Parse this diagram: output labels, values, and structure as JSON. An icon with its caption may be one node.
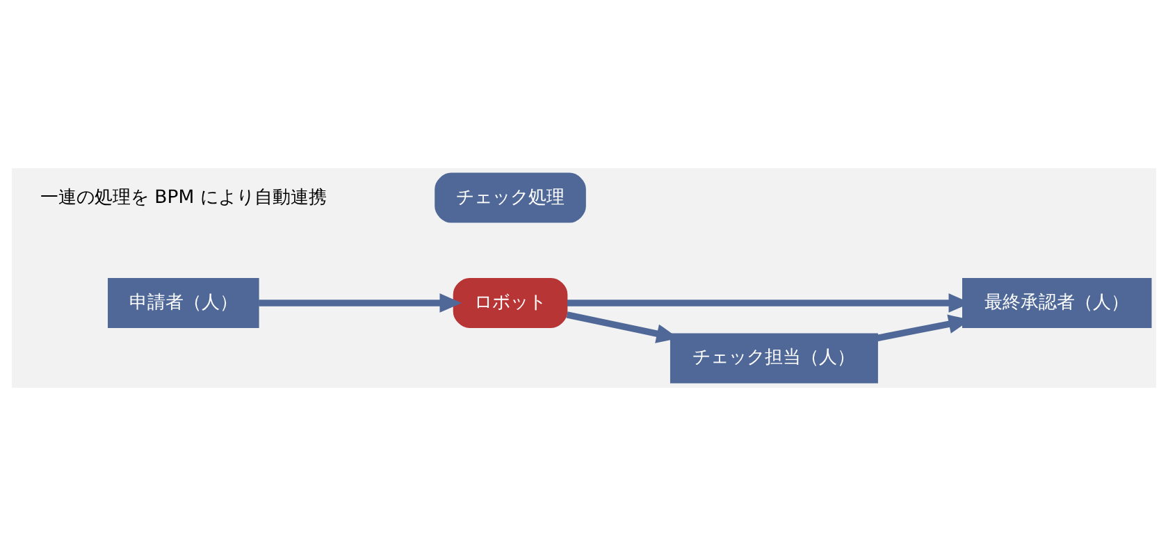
{
  "diagram": {
    "nodes": [
      {
        "text": [
          "チェック処理"
        ]
      },
      {
        "text": [
          "申請者（人）"
        ]
      },
      {
        "text": [
          "ロボット"
        ]
      },
      {
        "text": [
          "最終承認者（人）"
        ]
      },
      {
        "text": [
          "チェック担当（人）"
        ]
      }
    ],
    "edges": [
      {
        "from": 1,
        "to": 2,
        "arrow": "to"
      },
      {
        "from": 2,
        "to": 3,
        "arrow": "to"
      },
      {
        "from": 2,
        "to": 4,
        "arrow": "to"
      },
      {
        "from": 4,
        "to": 3,
        "arrow": "to"
      }
    ],
    "labels": [
      "一連の処理を BPM により自動連携"
    ]
  }
}
